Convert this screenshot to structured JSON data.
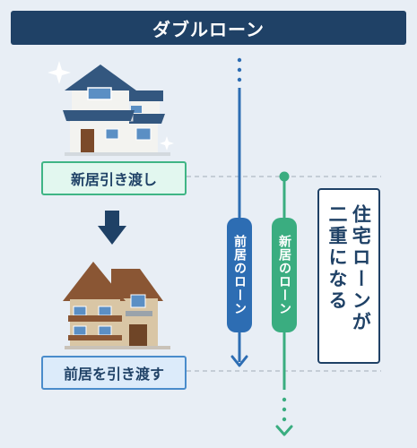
{
  "title": "ダブルローン",
  "labels": {
    "new_home_handover": "新居引き渡し",
    "prev_home_handover": "前居を引き渡す"
  },
  "loans": {
    "prev": "前居のローン",
    "new": "新居のローン"
  },
  "note": "住宅ローンが二重になる",
  "colors": {
    "navy": "#1f4166",
    "blue": "#2d6db3",
    "green": "#3aad80",
    "background": "#e8eef5"
  }
}
